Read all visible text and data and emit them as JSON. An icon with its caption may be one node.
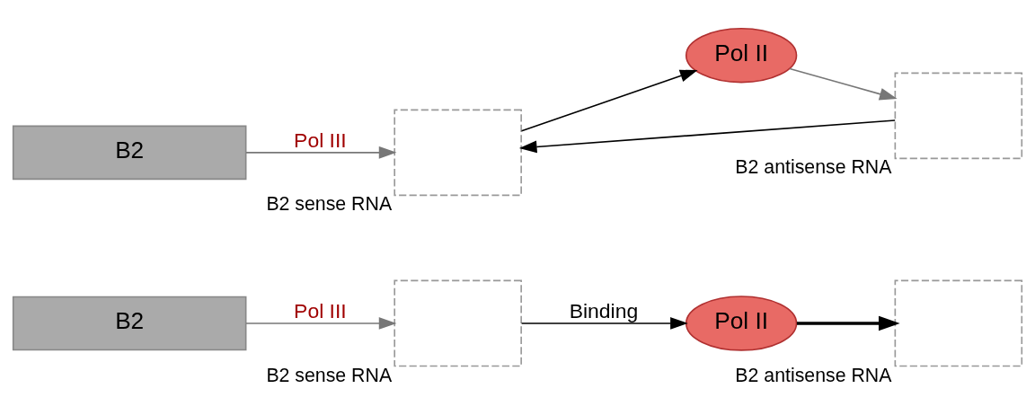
{
  "diagram": {
    "nodes": [
      {
        "text": [
          "B2"
        ]
      },
      {
        "text": [],
        "shape": "box",
        "beside": [
          "B2 sense RNA"
        ]
      },
      {
        "text": [
          "Pol II"
        ]
      },
      {
        "text": [],
        "shape": "box",
        "beside": [
          "B2 antisense RNA"
        ]
      },
      {
        "text": [
          "B2"
        ]
      },
      {
        "text": [],
        "shape": "box",
        "beside": [
          "B2 sense RNA"
        ]
      },
      {
        "text": [
          "Pol II"
        ]
      },
      {
        "text": [],
        "shape": "box",
        "beside": [
          "B2 antisense RNA"
        ]
      }
    ],
    "edges": [
      {
        "from": 0,
        "to": 1,
        "arrow": "to",
        "label": "Pol III",
        "color": "#777777"
      },
      {
        "from": 1,
        "to": 2,
        "arrow": "to",
        "label": "Binding"
      },
      {
        "from": 2,
        "to": 3,
        "arrow": "to",
        "style": "thick"
      },
      {
        "from": 4,
        "to": 5,
        "arrow": "to",
        "label": "Pol III",
        "color": "#777777"
      },
      {
        "from": 5,
        "to": 6,
        "arrow": "to"
      },
      {
        "from": 6,
        "to": 7,
        "arrow": "to",
        "color": "#777777"
      },
      {
        "from": 7,
        "to": 5,
        "arrow": "to"
      }
    ]
  }
}
